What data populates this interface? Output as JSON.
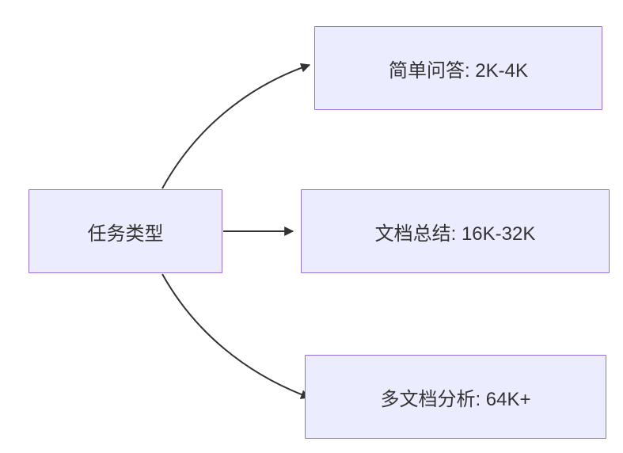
{
  "diagram": {
    "root": {
      "label": "任务类型"
    },
    "nodes": [
      {
        "label": "简单问答: 2K-4K"
      },
      {
        "label": "文档总结: 16K-32K"
      },
      {
        "label": "多文档分析: 64K+"
      }
    ],
    "colors": {
      "node_fill": "#ECECFF",
      "node_border": "#9370DB",
      "edge": "#333333",
      "text": "#333333"
    }
  }
}
